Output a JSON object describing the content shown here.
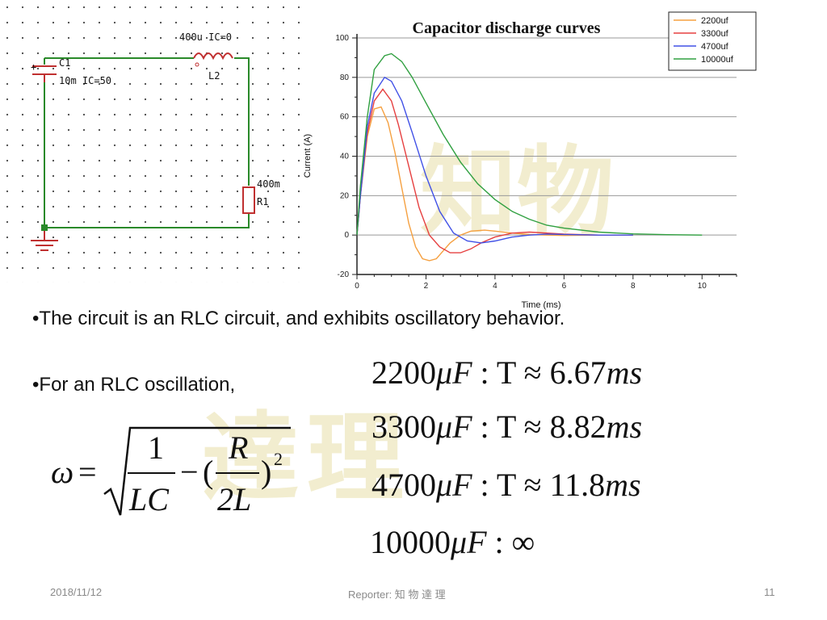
{
  "slide": {
    "bullets": [
      "•The circuit is an RLC circuit, and exhibits oscillatory behavior.",
      "•For an RLC oscillation,"
    ],
    "formula": {
      "omega": "ω",
      "equals": "=",
      "one": "1",
      "LC": "LC",
      "minus": "−",
      "paren_open": "(",
      "R": "R",
      "twoL": "2L",
      "paren_close": ")",
      "sq": "2"
    },
    "periods": [
      {
        "cap": "2200",
        "unit": "μF",
        "rest": ": T ≈ 6.67",
        "ms": "ms"
      },
      {
        "cap": "3300",
        "unit": "μF",
        "rest": ": T ≈ 8.82",
        "ms": "ms"
      },
      {
        "cap": "4700",
        "unit": "μF",
        "rest": ": T ≈ 11.8",
        "ms": "ms"
      },
      {
        "cap": "10000",
        "unit": "μF",
        "rest": ": ∞",
        "ms": ""
      }
    ],
    "watermark": [
      "知",
      "物",
      "達",
      "理"
    ]
  },
  "schematic": {
    "c1_name": "C1",
    "c1_value": "10m IC=50",
    "l2_value": "400u IC=0",
    "l2_name": "L2",
    "r1_value": "400m",
    "r1_name": "R1"
  },
  "footer": {
    "date": "2018/11/12",
    "reporter": "Reporter: 知 物 達 理",
    "page": "11"
  },
  "chart_data": {
    "type": "line",
    "title": "Capacitor discharge curves",
    "xlabel": "Time (ms)",
    "ylabel": "Current (A)",
    "xlim": [
      0,
      11
    ],
    "ylim": [
      -20,
      100
    ],
    "xticks": [
      0,
      2,
      4,
      6,
      8,
      10
    ],
    "yticks": [
      -20,
      0,
      20,
      40,
      60,
      80,
      100
    ],
    "grid": "horizontal",
    "legend_position": "top-right",
    "series": [
      {
        "name": "2200uf",
        "color": "#f5a040",
        "x": [
          0,
          0.1,
          0.3,
          0.5,
          0.7,
          0.9,
          1.1,
          1.3,
          1.5,
          1.7,
          1.9,
          2.1,
          2.3,
          2.5,
          2.7,
          3.0,
          3.3,
          3.7,
          4.0,
          4.5,
          5.0,
          5.5,
          6.0,
          7.0,
          8.0
        ],
        "y": [
          0,
          20,
          50,
          64,
          65,
          57,
          42,
          24,
          6,
          -6,
          -12,
          -13,
          -12,
          -8,
          -4,
          0,
          2,
          2.5,
          2,
          1,
          0.3,
          0,
          -0.2,
          0,
          0
        ]
      },
      {
        "name": "3300uf",
        "color": "#e64040",
        "x": [
          0,
          0.1,
          0.3,
          0.5,
          0.75,
          1.0,
          1.2,
          1.5,
          1.8,
          2.1,
          2.4,
          2.7,
          3.0,
          3.3,
          3.6,
          4.0,
          4.5,
          5.0,
          6.0,
          7.0,
          8.0
        ],
        "y": [
          0,
          20,
          52,
          68,
          74,
          68,
          56,
          35,
          14,
          0,
          -6,
          -9,
          -9,
          -7,
          -4,
          -1,
          1,
          1.5,
          0.5,
          0,
          0
        ]
      },
      {
        "name": "4700uf",
        "color": "#4050e6",
        "x": [
          0,
          0.1,
          0.3,
          0.5,
          0.8,
          1.0,
          1.3,
          1.6,
          2.0,
          2.4,
          2.8,
          3.2,
          3.6,
          4.0,
          4.5,
          5.0,
          5.5,
          6.0,
          7.0,
          8.0
        ],
        "y": [
          0,
          20,
          55,
          72,
          80,
          78,
          68,
          52,
          30,
          12,
          1,
          -3,
          -4,
          -3,
          -1,
          0,
          0.5,
          0.3,
          0,
          0
        ]
      },
      {
        "name": "10000uf",
        "color": "#30a040",
        "x": [
          0,
          0.1,
          0.3,
          0.5,
          0.8,
          1.0,
          1.3,
          1.6,
          2.0,
          2.5,
          3.0,
          3.5,
          4.0,
          4.5,
          5.0,
          5.5,
          6.0,
          7.0,
          8.0,
          9.0,
          10.0
        ],
        "y": [
          0,
          25,
          60,
          84,
          91,
          92,
          88,
          80,
          67,
          51,
          37,
          26,
          18,
          12,
          8,
          5,
          3.5,
          1.5,
          0.6,
          0.2,
          0
        ]
      }
    ]
  }
}
